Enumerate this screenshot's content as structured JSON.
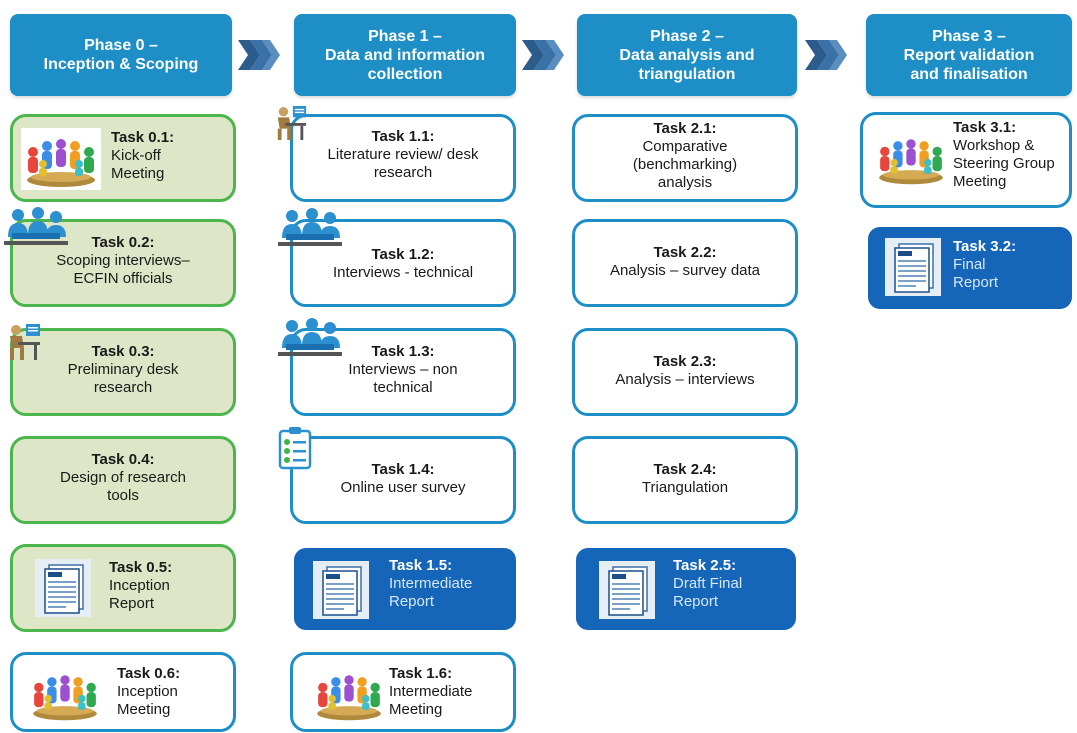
{
  "phases": [
    {
      "line1": "Phase 0 –",
      "line2": "Inception & Scoping",
      "line3": ""
    },
    {
      "line1": "Phase 1 –",
      "line2": "Data and information",
      "line3": "collection"
    },
    {
      "line1": "Phase 2 –",
      "line2": "Data analysis and",
      "line3": "triangulation"
    },
    {
      "line1": "Phase 3 –",
      "line2": "Report validation",
      "line3": "and finalisation"
    }
  ],
  "tasks": {
    "t01": {
      "title": "Task 0.1:",
      "l1": "Kick-off",
      "l2": "Meeting"
    },
    "t02": {
      "title": "Task 0.2:",
      "l1": "Scoping interviews–",
      "l2": "ECFIN officials"
    },
    "t03": {
      "title": "Task 0.3:",
      "l1": "Preliminary desk",
      "l2": "research"
    },
    "t04": {
      "title": "Task 0.4:",
      "l1": "Design of research",
      "l2": "tools"
    },
    "t05": {
      "title": "Task 0.5:",
      "l1": "Inception",
      "l2": "Report"
    },
    "t06": {
      "title": "Task 0.6:",
      "l1": "Inception",
      "l2": "Meeting"
    },
    "t11": {
      "title": "Task 1.1:",
      "l1": "Literature review/ desk",
      "l2": "research"
    },
    "t12": {
      "title": "Task 1.2:",
      "l1": "Interviews - technical"
    },
    "t13": {
      "title": "Task 1.3:",
      "l1": "Interviews – non",
      "l2": "technical"
    },
    "t14": {
      "title": "Task 1.4:",
      "l1": "Online user survey"
    },
    "t15": {
      "title": "Task 1.5:",
      "l1": "Intermediate",
      "l2": "Report"
    },
    "t16": {
      "title": "Task 1.6:",
      "l1": "Intermediate",
      "l2": "Meeting"
    },
    "t21": {
      "title": "Task 2.1:",
      "l1": "Comparative",
      "l2": "(benchmarking)",
      "l3": "analysis"
    },
    "t22": {
      "title": "Task 2.2:",
      "l1": "Analysis – survey data"
    },
    "t23": {
      "title": "Task 2.3:",
      "l1": "Analysis – interviews"
    },
    "t24": {
      "title": "Task 2.4:",
      "l1": "Triangulation"
    },
    "t25": {
      "title": "Task 2.5:",
      "l1": "Draft Final",
      "l2": "Report"
    },
    "t31": {
      "title": "Task 3.1:",
      "l1": "Workshop &",
      "l2": "Steering Group",
      "l3": "Meeting"
    },
    "t32": {
      "title": "Task 3.2:",
      "l1": "Final",
      "l2": "Report"
    }
  },
  "colors": {
    "phase_header": "#1e8fc6",
    "phase0_fill": "#dde6c6",
    "phase0_border": "#4cb54c",
    "task_border": "#1e8fc6",
    "report_fill": "#1565b8"
  },
  "icons": {
    "meeting": "meeting-people-icon",
    "interview": "interview-people-icon",
    "desk": "desk-worker-icon",
    "report": "report-document-icon",
    "survey": "survey-clipboard-icon",
    "arrow": "chevron-arrow-icon"
  }
}
